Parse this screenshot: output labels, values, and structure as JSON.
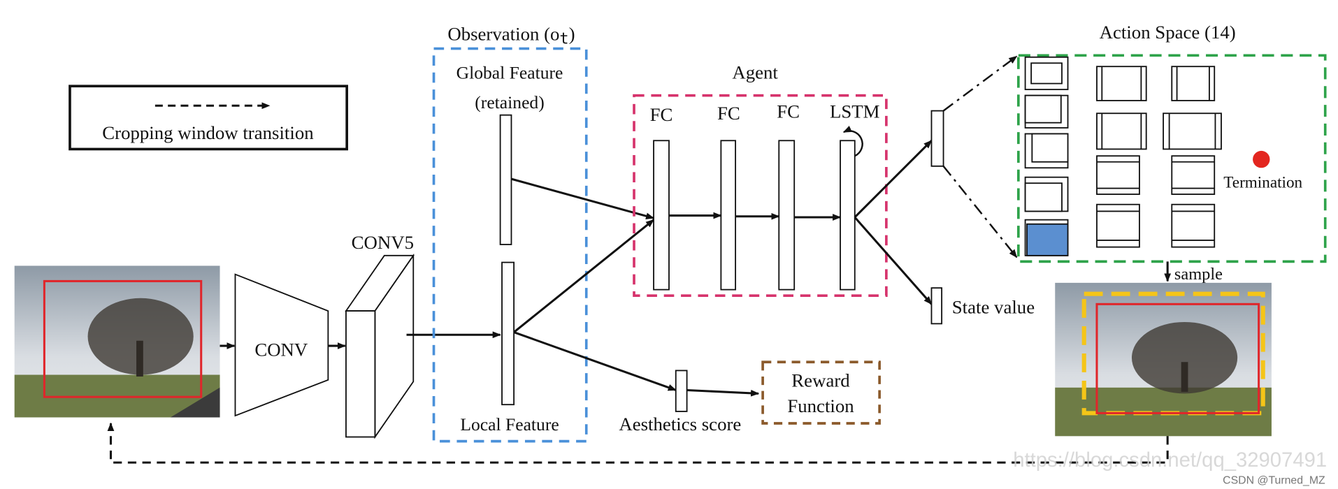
{
  "legend": {
    "label": "Cropping window transition"
  },
  "conv": {
    "label": "CONV"
  },
  "conv5": {
    "label": "CONV5"
  },
  "observation": {
    "title": "Observation (o",
    "title_sub": "t",
    "title_end": ")",
    "global_feature": "Global Feature",
    "retained": "(retained)",
    "local_feature": "Local Feature"
  },
  "agent": {
    "title": "Agent",
    "layers": [
      "FC",
      "FC",
      "FC",
      "LSTM"
    ]
  },
  "state_value": "State value",
  "aesthetics_score": "Aesthetics score",
  "reward": {
    "line1": "Reward",
    "line2": "Function"
  },
  "action_space": {
    "title": "Action Space (14)",
    "termination": "Termination"
  },
  "sample": "sample",
  "watermark": {
    "url": "https://blog.csdn.net/qq_32907491",
    "credit": "CSDN @Turned_MZ"
  },
  "colors": {
    "observation_box": "#4a90d9",
    "agent_box": "#d6336c",
    "action_box": "#2ea34a",
    "reward_box": "#8b5a2b",
    "crop_red": "#e0262b",
    "crop_yellow": "#f5c518",
    "termination_dot": "#e3261f",
    "selected_action": "#5b8fd0"
  }
}
